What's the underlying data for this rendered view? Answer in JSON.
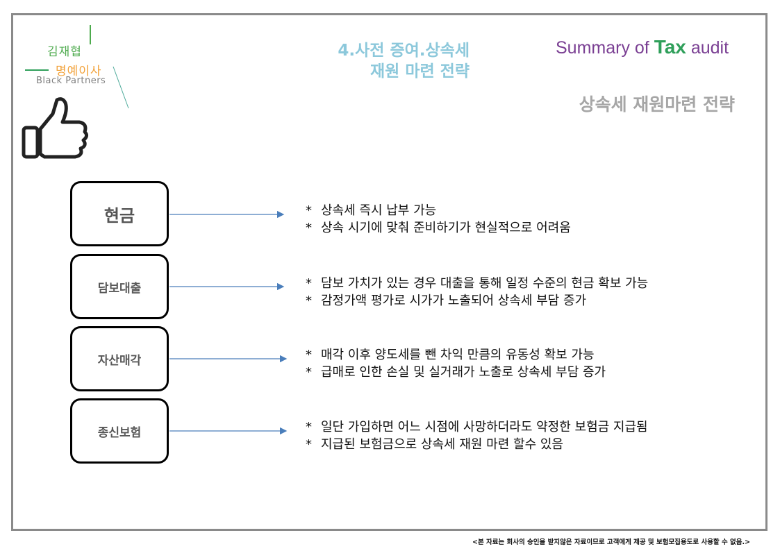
{
  "logo": {
    "name": "김재협",
    "title": "명예이사",
    "company": "Black Partners"
  },
  "header": {
    "title_line1": "4.사전 증여.상속세",
    "title_line2": "재원 마련 전략",
    "summary_prefix": "Summary of ",
    "summary_emph": "Tax",
    "summary_suffix": " audit",
    "subtitle": "상속세 재원마련 전략"
  },
  "options": [
    {
      "label": "현금",
      "lines": [
        "상속세 즉시 납부 가능",
        "상속 시기에 맞춰 준비하기가 현실적으로 어려움"
      ]
    },
    {
      "label": "담보대출",
      "lines": [
        "담보 가치가 있는 경우 대출을 통해 일정 수준의 현금 확보 가능",
        "감정가액 평가로 시가가 노출되어 상속세 부담 증가"
      ]
    },
    {
      "label": "자산매각",
      "lines": [
        "매각 이후 양도세를 뺀 차익 만큼의 유동성 확보 가능",
        "급매로 인한 손실 및 실거래가 노출로 상속세 부담 증가"
      ]
    },
    {
      "label": "종신보험",
      "lines": [
        "일단 가입하면 어느 시점에 사망하더라도 약정한 보험금 지급됨",
        "지급된 보험금으로 상속세 재원 마련 할수 있음"
      ]
    }
  ],
  "bullet": "*",
  "footer": "<본 자료는 회사의 승인을 받지않은 자료이므로 고객에게 제공 및 보험모집용도로 사용할 수 없음.>",
  "colors": {
    "logo_name": "#4daa4d",
    "logo_title": "#f2a23a",
    "title": "#8cc8db",
    "summary": "#7a3f93",
    "tax": "#2f9f5a",
    "subtitle": "#a6a6a6",
    "arrow": "#4a7ebb"
  },
  "icons": [
    "thumbs-up-icon"
  ]
}
